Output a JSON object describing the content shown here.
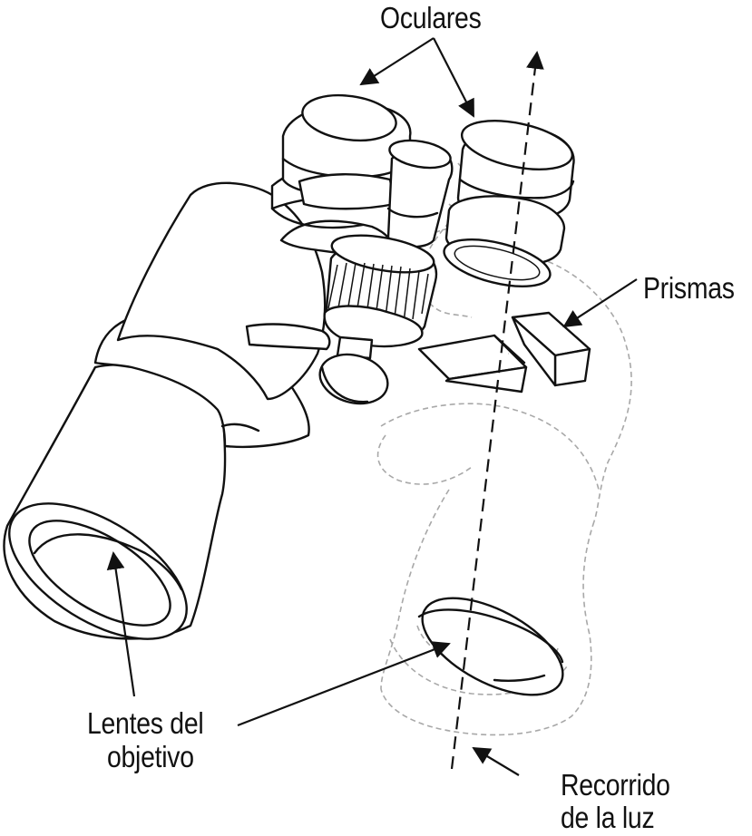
{
  "labels": {
    "oculares": "Oculares",
    "prismas": "Prismas",
    "lentes_line1": "Lentes del",
    "lentes_line2": "objetivo",
    "recorrido_line1": "Recorrido",
    "recorrido_line2": "de la luz"
  },
  "colors": {
    "ink": "#111111",
    "ghost_outline": "#a8a8a8",
    "background": "#ffffff"
  }
}
